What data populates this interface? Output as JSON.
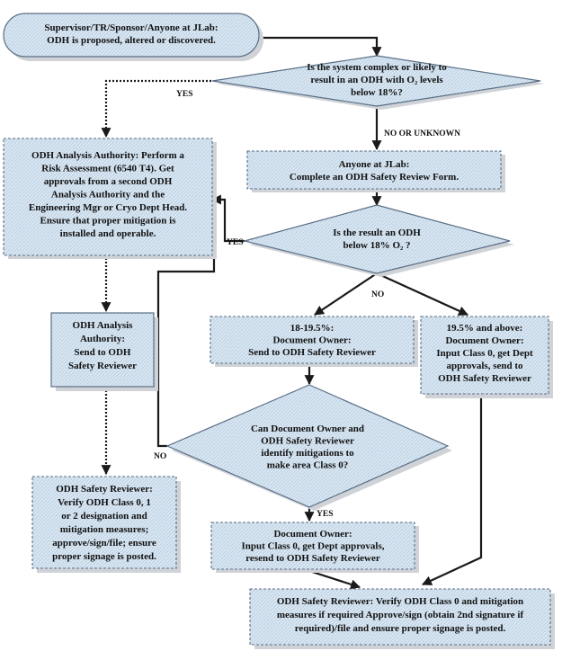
{
  "nodes": {
    "start": [
      "Supervisor/TR/Sponsor/Anyone at JLab:",
      "ODH is proposed, altered or discovered."
    ],
    "d1": [
      "Is the system complex or likely to",
      "result in an ODH with O₂ levels",
      "below 18%?"
    ],
    "analysis": [
      "ODH Analysis Authority: Perform a",
      "Risk Assessment (6540 T4). Get",
      "approvals from a second ODH",
      "Analysis Authority and the",
      "Engineering  Mgr or Cryo Dept Head.",
      "Ensure that proper mitigation is",
      "installed and operable."
    ],
    "form": [
      "Anyone at JLab:",
      "Complete an ODH Safety Review Form."
    ],
    "d2": [
      "Is the result an ODH",
      "below 18% O₂ ?"
    ],
    "send": [
      "ODH Analysis",
      "Authority:",
      "Send to ODH",
      "Safety Reviewer"
    ],
    "mid": [
      "18-19.5%:",
      "Document Owner:",
      "Send to ODH Safety Reviewer"
    ],
    "high": [
      "19.5% and above:",
      "Document Owner:",
      "Input Class 0, get Dept",
      "approvals, send to",
      "ODH Safety Reviewer"
    ],
    "d3": [
      "Can Document Owner and",
      "ODH Safety Reviewer",
      "identify mitigations to",
      "make area Class 0?"
    ],
    "verify": [
      "ODH Safety Reviewer:",
      "Verify  ODH Class 0, 1",
      "or 2 designation and",
      "mitigation measures;",
      "approve/sign/file; ensure",
      "proper signage is posted."
    ],
    "input0": [
      "Document Owner:",
      "Input Class 0, get Dept approvals,",
      "resend to ODH Safety Reviewer"
    ],
    "final": [
      "ODH Safety Reviewer:  Verify  ODH Class 0 and mitigation",
      "measures if required Approve/sign (obtain 2nd signature if",
      "required)/file  and ensure proper signage is posted."
    ]
  },
  "edges": {
    "yes1": "YES",
    "no_unknown": "NO OR UNKNOWN",
    "yes2": "YES",
    "no2": "NO",
    "no3": "NO",
    "yes3": "YES"
  }
}
